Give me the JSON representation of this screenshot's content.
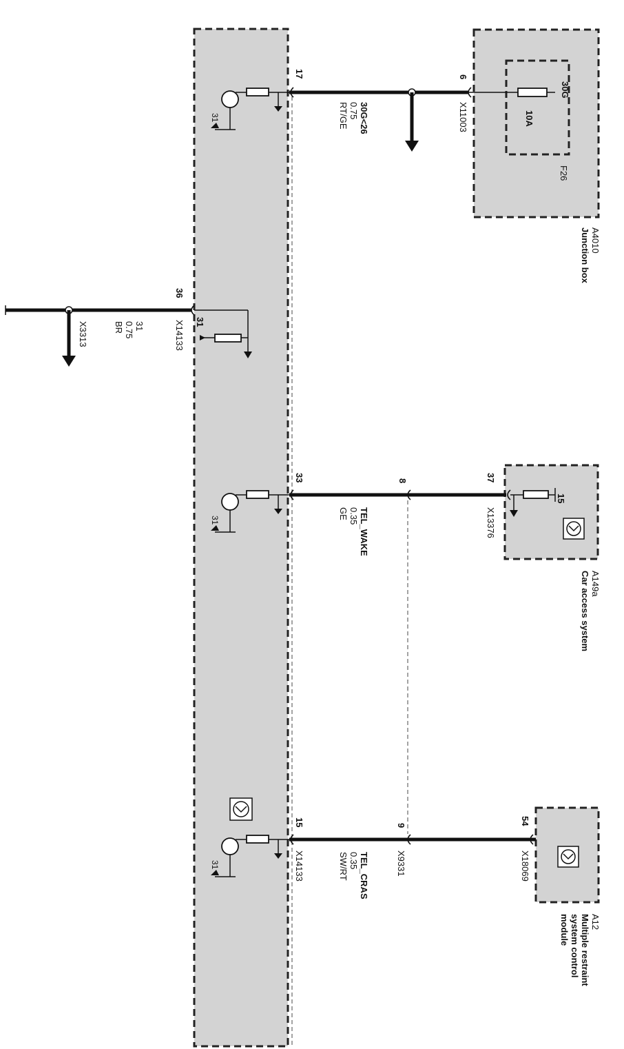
{
  "components": {
    "junction_box": {
      "id": "A4010",
      "name": "Junction box"
    },
    "fuse": {
      "id": "F26",
      "rating": "10A",
      "supply": "30G"
    },
    "car_access": {
      "id": "A149a",
      "name": "Car access system"
    },
    "restraint_module": {
      "id": "A12",
      "name_lines": [
        "Multiple restraint",
        "system control",
        "module"
      ]
    }
  },
  "circuits": [
    {
      "module_pin": "17",
      "far_pin": "6",
      "far_connector": "X11003",
      "wire_lines": [
        "30G<26",
        "0.75",
        "RT/GE"
      ],
      "module_ground": "31"
    },
    {
      "module_pin": "36",
      "module_connector": "X14133",
      "module_ground": "31",
      "wire_lines": [
        "31",
        "0.75",
        "BR"
      ],
      "ground_connector": "X3313"
    },
    {
      "module_pin": "33",
      "inline_pin": "8",
      "far_pin": "37",
      "far_connector": "X13376",
      "far_supply": "15",
      "wire_lines": [
        "TEL_WAKE",
        "0.35",
        "GE"
      ],
      "module_ground": "31"
    },
    {
      "module_pin": "15",
      "module_connector": "X14133",
      "inline_pin": "9",
      "inline_connector": "X9331",
      "far_pin": "54",
      "far_connector": "X18069",
      "wire_lines": [
        "TEL_CRAS",
        "0.35",
        "SW/RT"
      ],
      "module_ground": "31"
    }
  ]
}
